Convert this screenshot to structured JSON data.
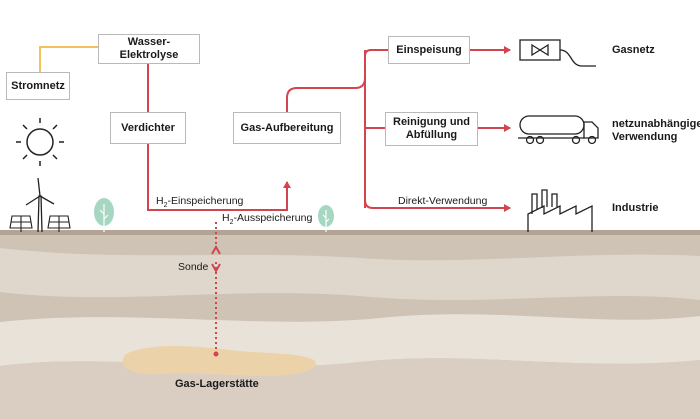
{
  "nodes": {
    "stromnetz": "Stromnetz",
    "elektrolyse": "Wasser-Elektrolyse",
    "verdichter": "Verdichter",
    "aufbereitung": "Gas-Aufbereitung",
    "einspeisung": "Einspeisung",
    "reinigung_line1": "Reinigung und",
    "reinigung_line2": "Abfüllung"
  },
  "labels": {
    "einspeicherung_h": "H",
    "einspeicherung_sub": "2",
    "einspeicherung_rest": "-Einspeicherung",
    "ausspeicherung_h": "H",
    "ausspeicherung_sub": "2",
    "ausspeicherung_rest": "-Ausspeicherung",
    "direkt": "Direkt-Verwendung",
    "sonde": "Sonde",
    "lagerstaette": "Gas-Lagerstätte"
  },
  "destinations": {
    "gasnetz": "Gasnetz",
    "netz_line1": "netzunabhängige",
    "netz_line2": "Verwendung",
    "industrie": "Industrie"
  },
  "colors": {
    "flow": "#d4444f",
    "power_line": "#f2c25a",
    "ground_surface": "#b3a394",
    "layer_dark": "#c9bcae",
    "layer_light": "#e0d7cc",
    "layer_pale": "#ede7df",
    "deposit": "#ecd2a9",
    "tree": "#a6d7c2",
    "box_border": "#b9b9b9"
  },
  "icons": [
    "sun-icon",
    "wind-turbine-icon",
    "solar-panel-icon",
    "tree-icon",
    "valve-icon",
    "tanker-truck-icon",
    "factory-icon"
  ]
}
